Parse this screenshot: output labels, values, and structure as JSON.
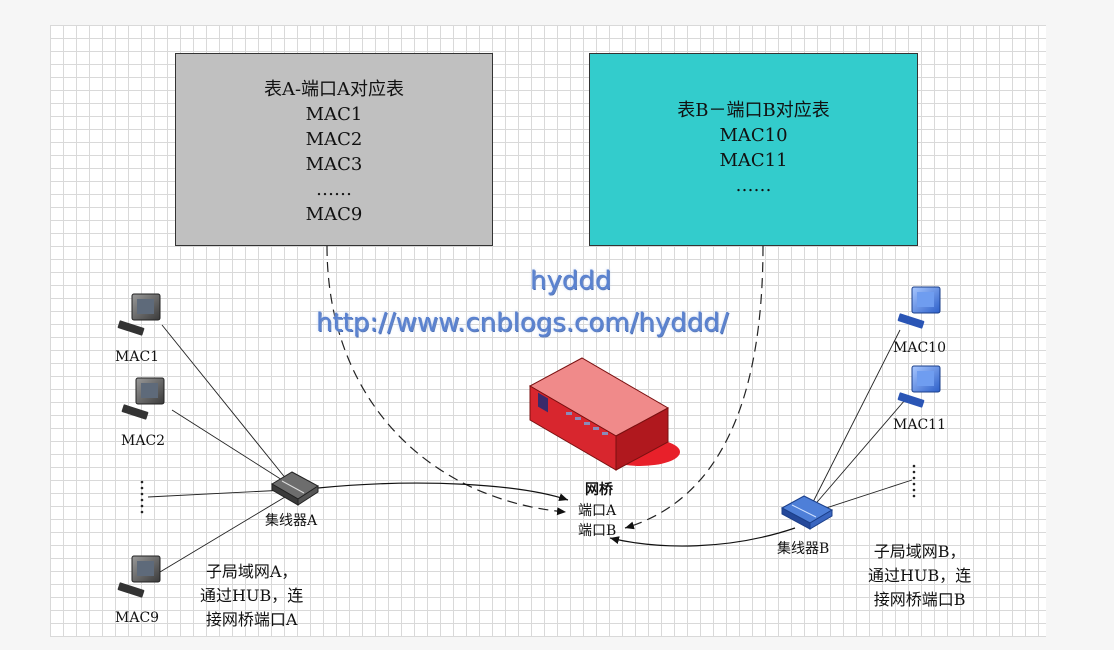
{
  "table_a": {
    "title": "表A-端口A对应表",
    "rows": [
      "MAC1",
      "MAC2",
      "MAC3",
      "……",
      "MAC9"
    ]
  },
  "table_b": {
    "title": "表B－端口B对应表",
    "rows": [
      "MAC10",
      "MAC11",
      "……"
    ]
  },
  "watermark": {
    "name": "hyddd",
    "url": "http://www.cnblogs.com/hyddd/"
  },
  "bridge": {
    "label": "网桥",
    "port_a": "端口A",
    "port_b": "端口B"
  },
  "hub_a": {
    "label": "集线器A"
  },
  "hub_b": {
    "label": "集线器B"
  },
  "left_computers": [
    "MAC1",
    "MAC2",
    "MAC9"
  ],
  "right_computers": [
    "MAC10",
    "MAC11"
  ],
  "lan_a": {
    "line1": "子局域网A，",
    "line2": "通过HUB，连",
    "line3": "接网桥端口A"
  },
  "lan_b": {
    "line1": "子局域网B，",
    "line2": "通过HUB，连",
    "line3": "接网桥端口B"
  },
  "colors": {
    "table_a_fill": "#c0c0c0",
    "table_b_fill": "#33cccc",
    "bridge_red": "#e8202a",
    "watermark": "#5a82d0"
  }
}
